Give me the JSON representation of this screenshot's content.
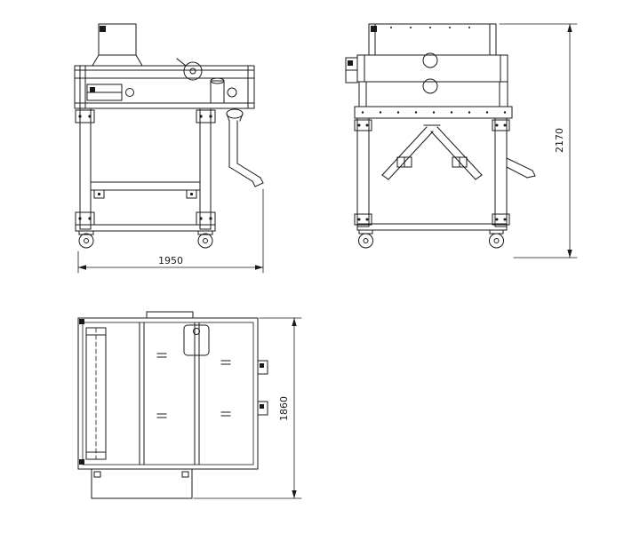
{
  "drawing": {
    "dimensions": {
      "side_width": "1950",
      "front_height": "2170",
      "plan_depth": "1860"
    },
    "colors": {
      "line": "#1a1a1a",
      "background": "#ffffff"
    }
  }
}
